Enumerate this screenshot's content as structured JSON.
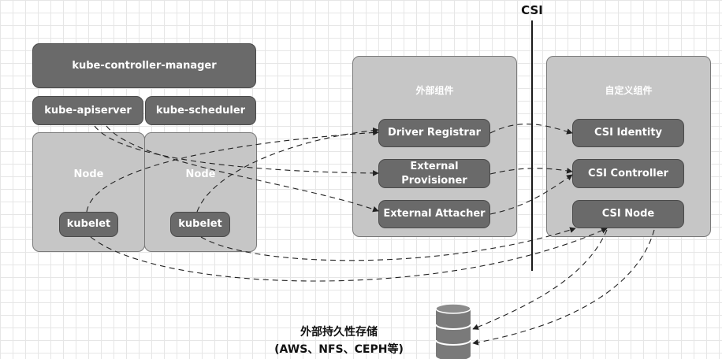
{
  "top_label": "CSI",
  "k8s": {
    "controller_manager": "kube-controller-manager",
    "apiserver": "kube-apiserver",
    "scheduler": "kube-scheduler",
    "nodes": [
      {
        "title": "Node",
        "kubelet": "kubelet"
      },
      {
        "title": "Node",
        "kubelet": "kubelet"
      }
    ]
  },
  "external_group": {
    "title": "外部组件",
    "items": [
      "Driver Registrar",
      "External Provisioner",
      "External Attacher"
    ]
  },
  "custom_group": {
    "title": "自定义组件",
    "items": [
      "CSI Identity",
      "CSI Controller",
      "CSI Node"
    ]
  },
  "storage": {
    "line1": "外部持久性存储",
    "line2": "(AWS、NFS、CEPH等)",
    "icon": "database-icon"
  }
}
